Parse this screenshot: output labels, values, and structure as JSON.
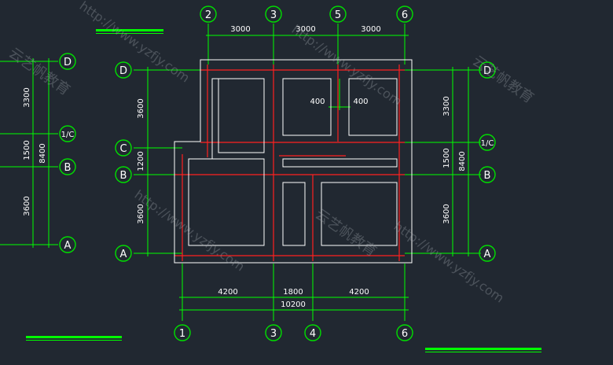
{
  "drawing": {
    "colors": {
      "background": "#212831",
      "grid": "#00ff00",
      "wall": "#ffffff",
      "beam": "#ff2020",
      "bubble": "#00e000",
      "text": "#ffffff"
    },
    "top_axes": [
      "2",
      "3",
      "5",
      "6"
    ],
    "top_dims": [
      "3000",
      "3000",
      "3000"
    ],
    "bottom_axes": [
      "1",
      "3",
      "4",
      "6"
    ],
    "bottom_dims": [
      "4200",
      "1800",
      "4200"
    ],
    "bottom_total": "10200",
    "left_axes": [
      "D",
      "C",
      "B",
      "A"
    ],
    "left_dims": [
      "3600",
      "1200",
      "3600"
    ],
    "right_axes": [
      "D",
      "1/C",
      "B",
      "A"
    ],
    "right_dims": [
      "3300",
      "1500",
      "3600"
    ],
    "right_total": "8400",
    "far_left_axes": [
      "D",
      "1/C",
      "B",
      "A"
    ],
    "far_left_dims": [
      "3300",
      "1500",
      "3600"
    ],
    "far_left_total": "8400",
    "center_dims": [
      "400",
      "400"
    ],
    "watermarks": [
      "http://www.yzfjy.com",
      "云艺帆教育"
    ]
  }
}
